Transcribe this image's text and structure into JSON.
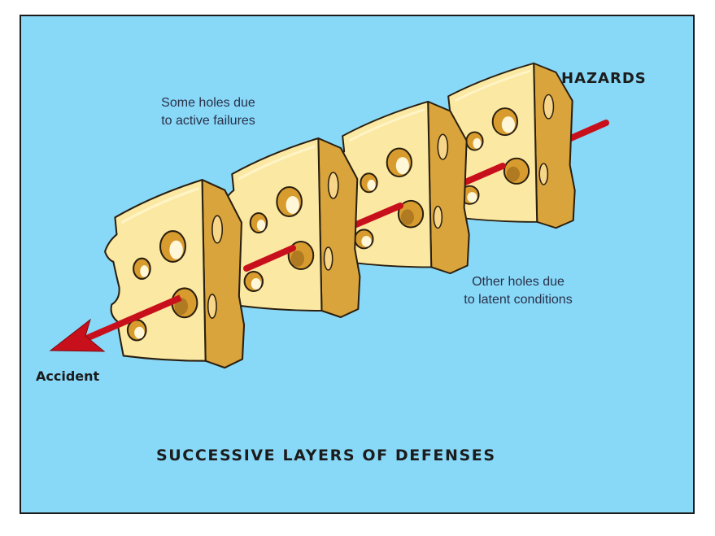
{
  "labels": {
    "hazards": "HAZARDS",
    "accident": "Accident",
    "active_line1": "Some holes due",
    "active_line2": "to active failures",
    "latent_line1": "Other holes due",
    "latent_line2": "to latent conditions",
    "title": "SUCCESSIVE LAYERS OF DEFENSES"
  },
  "colors": {
    "background": "#88d8f8",
    "cheese_face": "#fbe9a3",
    "cheese_side": "#d9a43c",
    "arrow": "#c8101c"
  },
  "diagram": {
    "slice_count": 4,
    "arrow_direction": "from HAZARDS through the slices to Accident"
  }
}
